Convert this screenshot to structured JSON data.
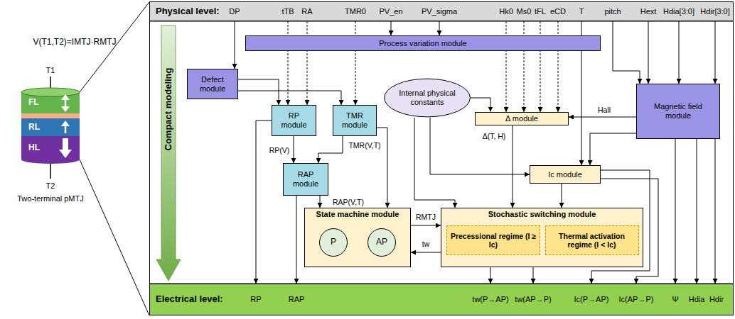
{
  "diagram": {
    "nodes": [
      {
        "text": [
          "Physical level:"
        ]
      },
      {
        "text": [
          "Electrical level:"
        ]
      },
      {
        "text": [
          "Compact modeling"
        ]
      },
      {
        "text": [
          "Process variation module"
        ]
      },
      {
        "text": [
          "Defect module"
        ]
      },
      {
        "text": [
          "RP module"
        ]
      },
      {
        "text": [
          "TMR module"
        ]
      },
      {
        "text": [
          "Internal physical constants"
        ]
      },
      {
        "text": [
          "Δ module"
        ]
      },
      {
        "text": [
          "Magnetic field module"
        ]
      },
      {
        "text": [
          "Ic module"
        ]
      },
      {
        "text": [
          "RAP module"
        ]
      },
      {
        "text": [
          "State machine module"
        ]
      },
      {
        "text": [
          "P"
        ],
        "in": 12
      },
      {
        "text": [
          "AP"
        ],
        "in": 12
      },
      {
        "text": [
          "Stochastic switching module"
        ]
      },
      {
        "text": [
          "Precessional regime (I ≥ Ic)"
        ],
        "in": 15
      },
      {
        "text": [
          "Thermal activation regime (I < Ic)"
        ],
        "in": 15
      },
      {
        "text": [
          "FL"
        ]
      },
      {
        "text": [
          "RL"
        ]
      },
      {
        "text": [
          "HL"
        ]
      }
    ],
    "edges": [
      {
        "from": 4,
        "to": 5,
        "arrow": "to"
      },
      {
        "from": 4,
        "to": 6,
        "arrow": "to"
      },
      {
        "from": 5,
        "to": 11,
        "arrow": "to",
        "label": "RP(V)"
      },
      {
        "from": 6,
        "to": 11,
        "arrow": "to",
        "label": "TMR(V,T)"
      },
      {
        "from": 6,
        "to": 12,
        "arrow": "to"
      },
      {
        "from": 11,
        "to": 12,
        "arrow": "to",
        "label": "RAP(V,T)"
      },
      {
        "from": 12,
        "to": 15,
        "arrow": "to",
        "label": "RMTJ"
      },
      {
        "from": 15,
        "to": 12,
        "arrow": "to",
        "label": "tw"
      },
      {
        "from": 7,
        "to": 8,
        "arrow": "to"
      },
      {
        "from": 7,
        "to": 10,
        "arrow": "to"
      },
      {
        "from": 7,
        "to": 15,
        "arrow": "to"
      },
      {
        "from": 8,
        "to": 15,
        "arrow": "to",
        "label": "Δ(T, H)"
      },
      {
        "from": 9,
        "to": 8,
        "arrow": "to",
        "label": "Hall"
      },
      {
        "from": 9,
        "to": 10,
        "arrow": "to"
      },
      {
        "from": 10,
        "to": 15,
        "arrow": "to"
      },
      {
        "from": 5,
        "to": 1,
        "arrow": "to"
      },
      {
        "from": 11,
        "to": 1,
        "arrow": "to"
      },
      {
        "from": 15,
        "to": 1,
        "arrow": "to"
      },
      {
        "from": 15,
        "to": 1,
        "arrow": "to"
      },
      {
        "from": 10,
        "to": 1,
        "arrow": "to"
      },
      {
        "from": 10,
        "to": 1,
        "arrow": "to"
      },
      {
        "from": 9,
        "to": 1,
        "arrow": "to"
      },
      {
        "from": 9,
        "to": 1,
        "arrow": "to"
      },
      {
        "from": 9,
        "to": 1,
        "arrow": "to"
      },
      {
        "from": 13,
        "to": 14,
        "arrow": "to"
      },
      {
        "from": 14,
        "to": 13,
        "arrow": "to"
      }
    ],
    "labels": [
      "V(T1,T2)=IMTJ·RMTJ",
      "T1",
      "T2",
      "Two-terminal pMTJ",
      "DP",
      "tTB",
      "RA",
      "TMR0",
      "PV_en",
      "PV_sigma",
      "Hk0",
      "Ms0",
      "tFL",
      "eCD",
      "T",
      "pitch",
      "Hext",
      "Hdia[3:0]",
      "Hdir[3:0]",
      "RP",
      "RAP",
      "tw(P→AP)",
      "tw(AP→P)",
      "Ic(P→AP)",
      "Ic(AP→P)",
      "Ψ",
      "Hdia",
      "Hdir"
    ]
  }
}
